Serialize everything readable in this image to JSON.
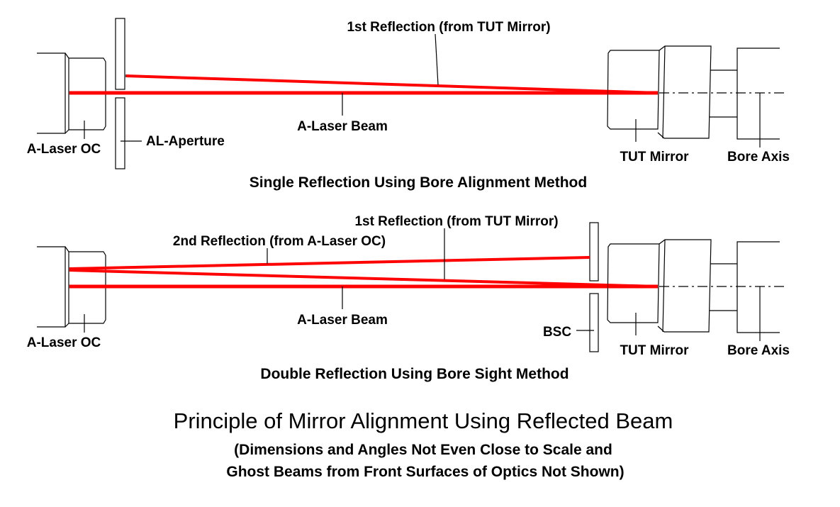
{
  "colors": {
    "beam": "#ff0000",
    "lines": "#000000",
    "background": "#ffffff"
  },
  "top_diagram": {
    "first_reflection": "1st Reflection (from TUT Mirror)",
    "laser_beam": "A-Laser Beam",
    "laser_oc": "A-Laser OC",
    "aperture": "AL-Aperture",
    "tut_mirror": "TUT Mirror",
    "bore_axis": "Bore Axis",
    "caption": "Single Reflection Using Bore Alignment Method"
  },
  "bottom_diagram": {
    "first_reflection": "1st Reflection (from TUT Mirror)",
    "second_reflection": "2nd Reflection (from A-Laser OC)",
    "laser_beam": "A-Laser Beam",
    "laser_oc": "A-Laser OC",
    "bsc": "BSC",
    "tut_mirror": "TUT Mirror",
    "bore_axis": "Bore Axis",
    "caption": "Double Reflection Using Bore Sight Method"
  },
  "title": "Principle of Mirror Alignment Using Reflected Beam",
  "subtitle_line1": "(Dimensions and Angles Not Even Close to Scale and",
  "subtitle_line2": "Ghost Beams from Front Surfaces of Optics Not Shown)"
}
